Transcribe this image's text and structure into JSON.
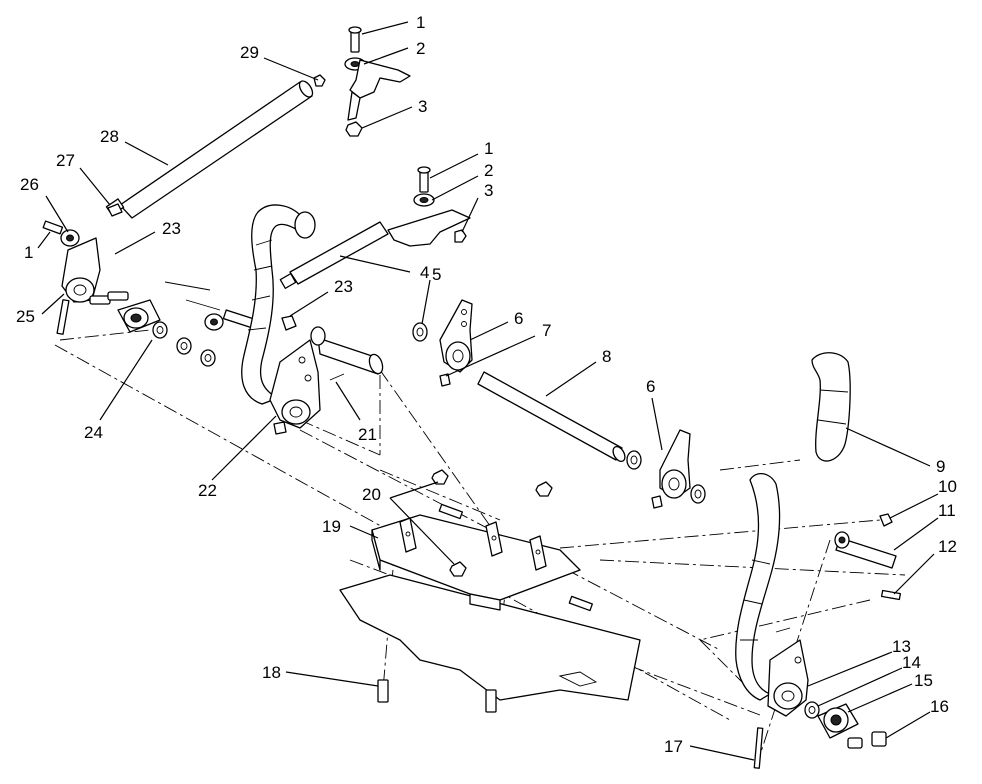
{
  "callouts": {
    "c1a": "1",
    "c2a": "2",
    "c3a": "3",
    "c29": "29",
    "c28": "28",
    "c27": "27",
    "c26": "26",
    "c1b": "1",
    "c23a": "23",
    "c1c": "1",
    "c2c": "2",
    "c3c": "3",
    "c4": "4",
    "c5": "5",
    "c23b": "23",
    "c25": "25",
    "c6a": "6",
    "c7": "7",
    "c8": "8",
    "c24": "24",
    "c21": "21",
    "c6b": "6",
    "c9": "9",
    "c22": "22",
    "c20": "20",
    "c10": "10",
    "c19": "19",
    "c11": "11",
    "c12": "12",
    "c13": "13",
    "c14": "14",
    "c15": "15",
    "c18": "18",
    "c16": "16",
    "c17": "17"
  }
}
